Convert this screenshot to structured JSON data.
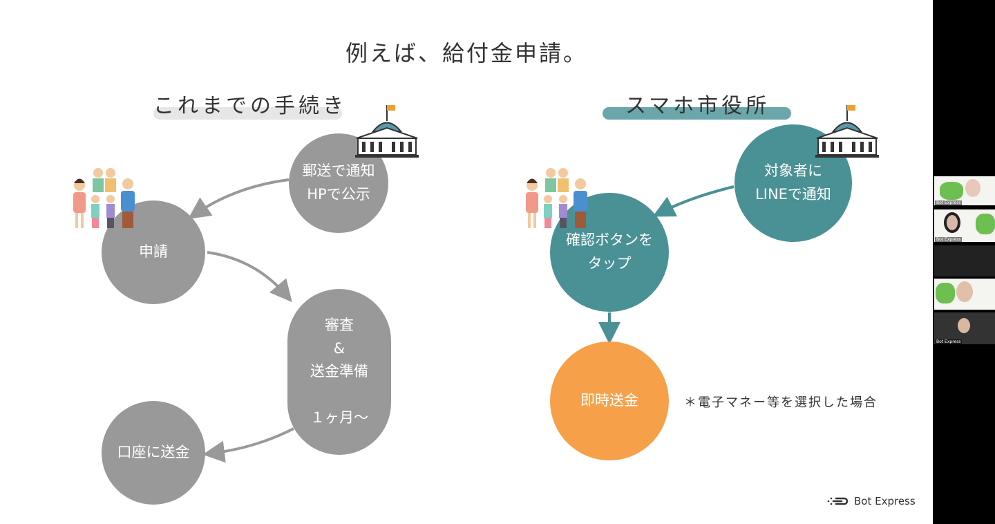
{
  "slide": {
    "title": "例えば、給付金申請。",
    "left": {
      "heading": "これまでの手続き",
      "nodes": {
        "notice": "郵送で通知\nHPで公示",
        "apply": "申請",
        "review": "審査\n&\n送金準備\n\n１ヶ月〜",
        "transfer": "口座に送金"
      }
    },
    "right": {
      "heading": "スマホ市役所",
      "nodes": {
        "notice": "対象者に\nLINEで通知",
        "tap": "確認ボタンを\nタップ",
        "instant": "即時送金"
      },
      "note": "＊電子マネー等を選択した場合"
    },
    "logo": "Bot Express",
    "colors": {
      "gray": "#999999",
      "teal": "#4a9196",
      "orange": "#f6a14a"
    }
  },
  "participants": [
    {
      "label": "Bot Express"
    },
    {
      "label": "Bot Express"
    },
    {
      "label": ""
    },
    {
      "label": ""
    },
    {
      "label": "Bot Express"
    }
  ]
}
